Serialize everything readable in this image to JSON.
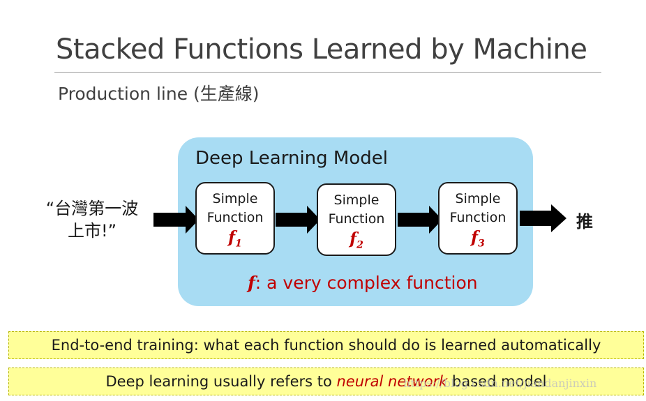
{
  "slide": {
    "title": "Stacked Functions Learned by Machine",
    "subtitle": "Production line (生產線)"
  },
  "diagram": {
    "model_label": "Deep Learning Model",
    "input_line1": "“台灣第一波",
    "input_line2": "上市!”",
    "output": "推",
    "functions": [
      {
        "line1": "Simple",
        "line2": "Function",
        "symbol": "f",
        "index": "1"
      },
      {
        "line1": "Simple",
        "line2": "Function",
        "symbol": "f",
        "index": "2"
      },
      {
        "line1": "Simple",
        "line2": "Function",
        "symbol": "f",
        "index": "3"
      }
    ],
    "composite_symbol": "f",
    "composite_text": ": a very complex function"
  },
  "banners": {
    "top": "End-to-end training: what each function should do is learned automatically",
    "bottom_pre": "Deep learning usually refers to ",
    "bottom_em": "neural network",
    "bottom_post": " based model"
  },
  "watermark": "https://blog.csdn.net/jiandanjinxin",
  "colors": {
    "model_bg": "#a8dcf3",
    "accent": "#c00000",
    "banner_bg": "#ffff99"
  }
}
